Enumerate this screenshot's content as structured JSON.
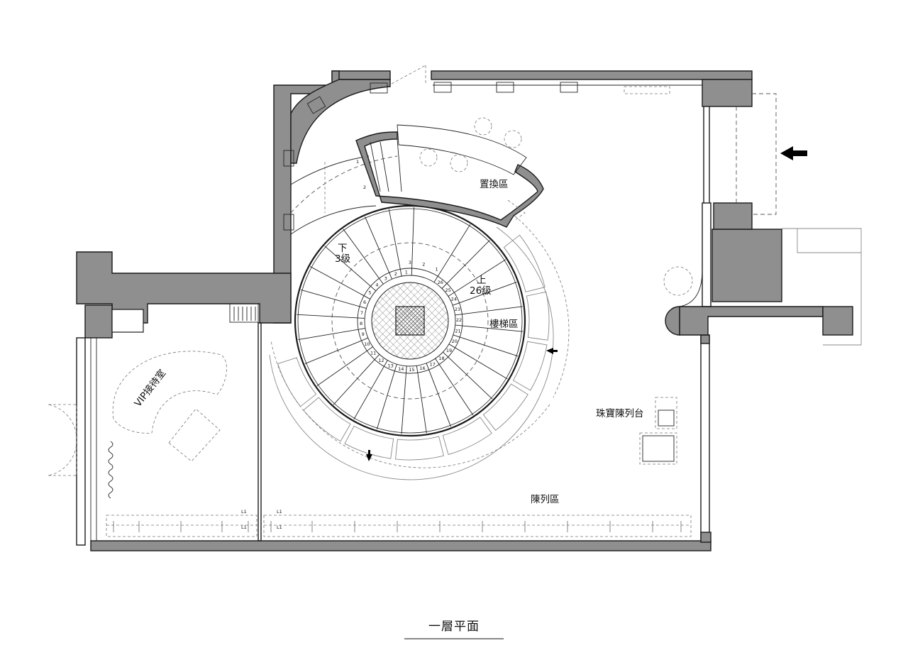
{
  "title": "一層平面",
  "rooms": {
    "exchange_area": "置換區",
    "down_label": "下",
    "down_steps": "3级",
    "up_label": "上",
    "up_steps": "26级",
    "stair_area": "樓梯區",
    "vip_room": "VIP接待室",
    "jewelry_table": "珠寶陳列台",
    "display_area": "陳列區"
  },
  "stair": {
    "step_count": 26,
    "upper_numbers": [
      "1",
      "2",
      "3"
    ],
    "lower_numbers": [
      "1",
      "2"
    ]
  },
  "shelf_marks": [
    "L1",
    "L1",
    "L1",
    "L1"
  ],
  "colors": {
    "wall_fill": "#8f8f8f",
    "line": "#1a1a1a",
    "hatch": "#555555",
    "background": "#ffffff"
  }
}
